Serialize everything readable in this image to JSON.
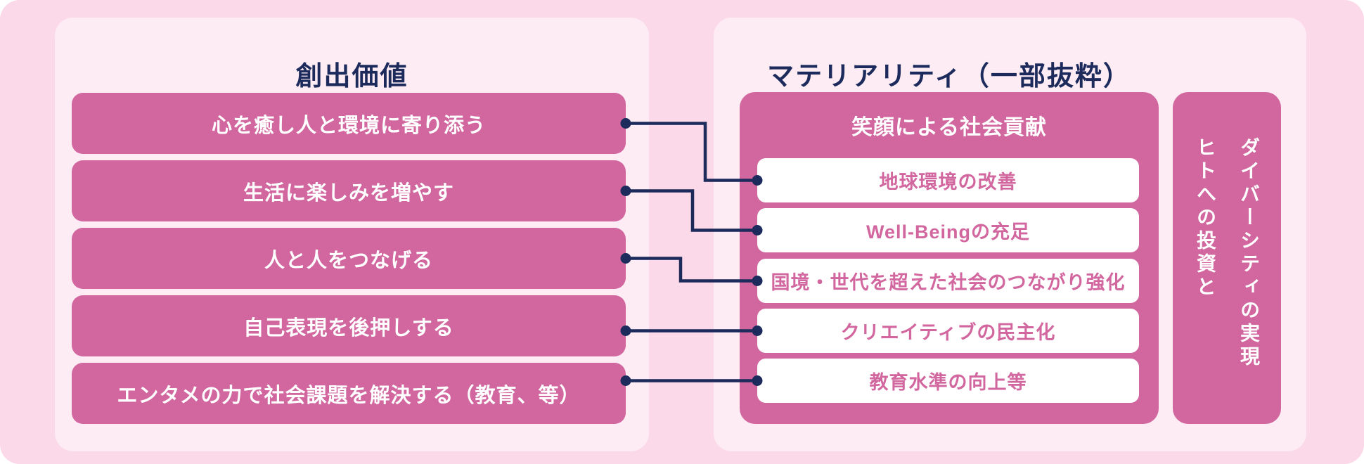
{
  "colors": {
    "outer_background": "#fbd9e8",
    "panel_background": "#fdecf4",
    "magenta": "#d2669e",
    "navy": "#1c2b5c",
    "white": "#ffffff"
  },
  "left_panel": {
    "title": "創出価値",
    "items": [
      "心を癒し人と環境に寄り添う",
      "生活に楽しみを増やす",
      "人と人をつなげる",
      "自己表現を後押しする",
      "エンタメの力で社会課題を解決する（教育、等）"
    ]
  },
  "right_panel": {
    "title": "マテリアリティ（一部抜粋）",
    "group": {
      "header": "笑顔による社会貢献",
      "items": [
        "地球環境の改善",
        "Well-Beingの充足",
        "国境・世代を超えた社会のつながり強化",
        "クリエイティブの民主化",
        "教育水準の向上等"
      ]
    },
    "side_strip": {
      "lines": [
        "ダイバーシティの実現",
        "ヒトへの投資と"
      ]
    }
  },
  "connections": [
    {
      "from": 0,
      "to": 0
    },
    {
      "from": 1,
      "to": 1
    },
    {
      "from": 2,
      "to": 2
    },
    {
      "from": 3,
      "to": 3
    },
    {
      "from": 4,
      "to": 4
    }
  ]
}
